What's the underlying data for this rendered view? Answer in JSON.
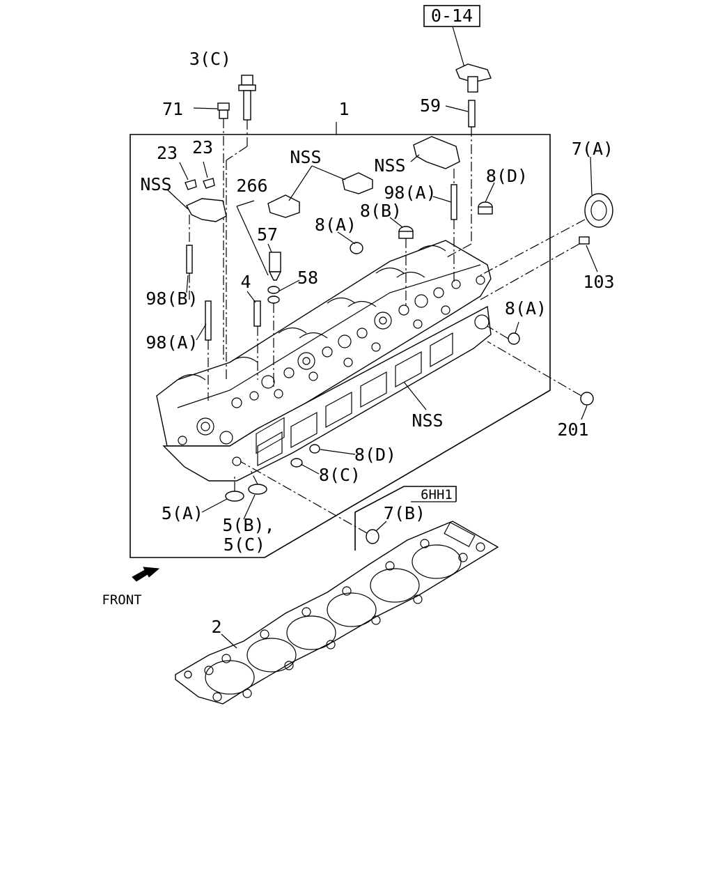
{
  "diagram": {
    "ref_box": "0-14",
    "variant_box": "6HH1",
    "front_label": "FRONT",
    "labels": {
      "l_3c": "3(C)",
      "l_71": "71",
      "l_1": "1",
      "l_59": "59",
      "l_23a": "23",
      "l_23b": "23",
      "l_nss_left": "NSS",
      "l_266": "266",
      "l_nss_top": "NSS",
      "l_nss_right": "NSS",
      "l_98a_top": "98(A)",
      "l_8d_top": "8(D)",
      "l_7a": "7(A)",
      "l_8b": "8(B)",
      "l_8a_top": "8(A)",
      "l_57": "57",
      "l_58": "58",
      "l_4": "4",
      "l_98b": "98(B)",
      "l_98a_left": "98(A)",
      "l_103": "103",
      "l_8a_right": "8(A)",
      "l_nss_bottom": "NSS",
      "l_201": "201",
      "l_8d_bottom": "8(D)",
      "l_8c": "8(C)",
      "l_5a": "5(A)",
      "l_5b": "5(B),",
      "l_5c": "5(C)",
      "l_7b": "7(B)",
      "l_2": "2"
    }
  }
}
